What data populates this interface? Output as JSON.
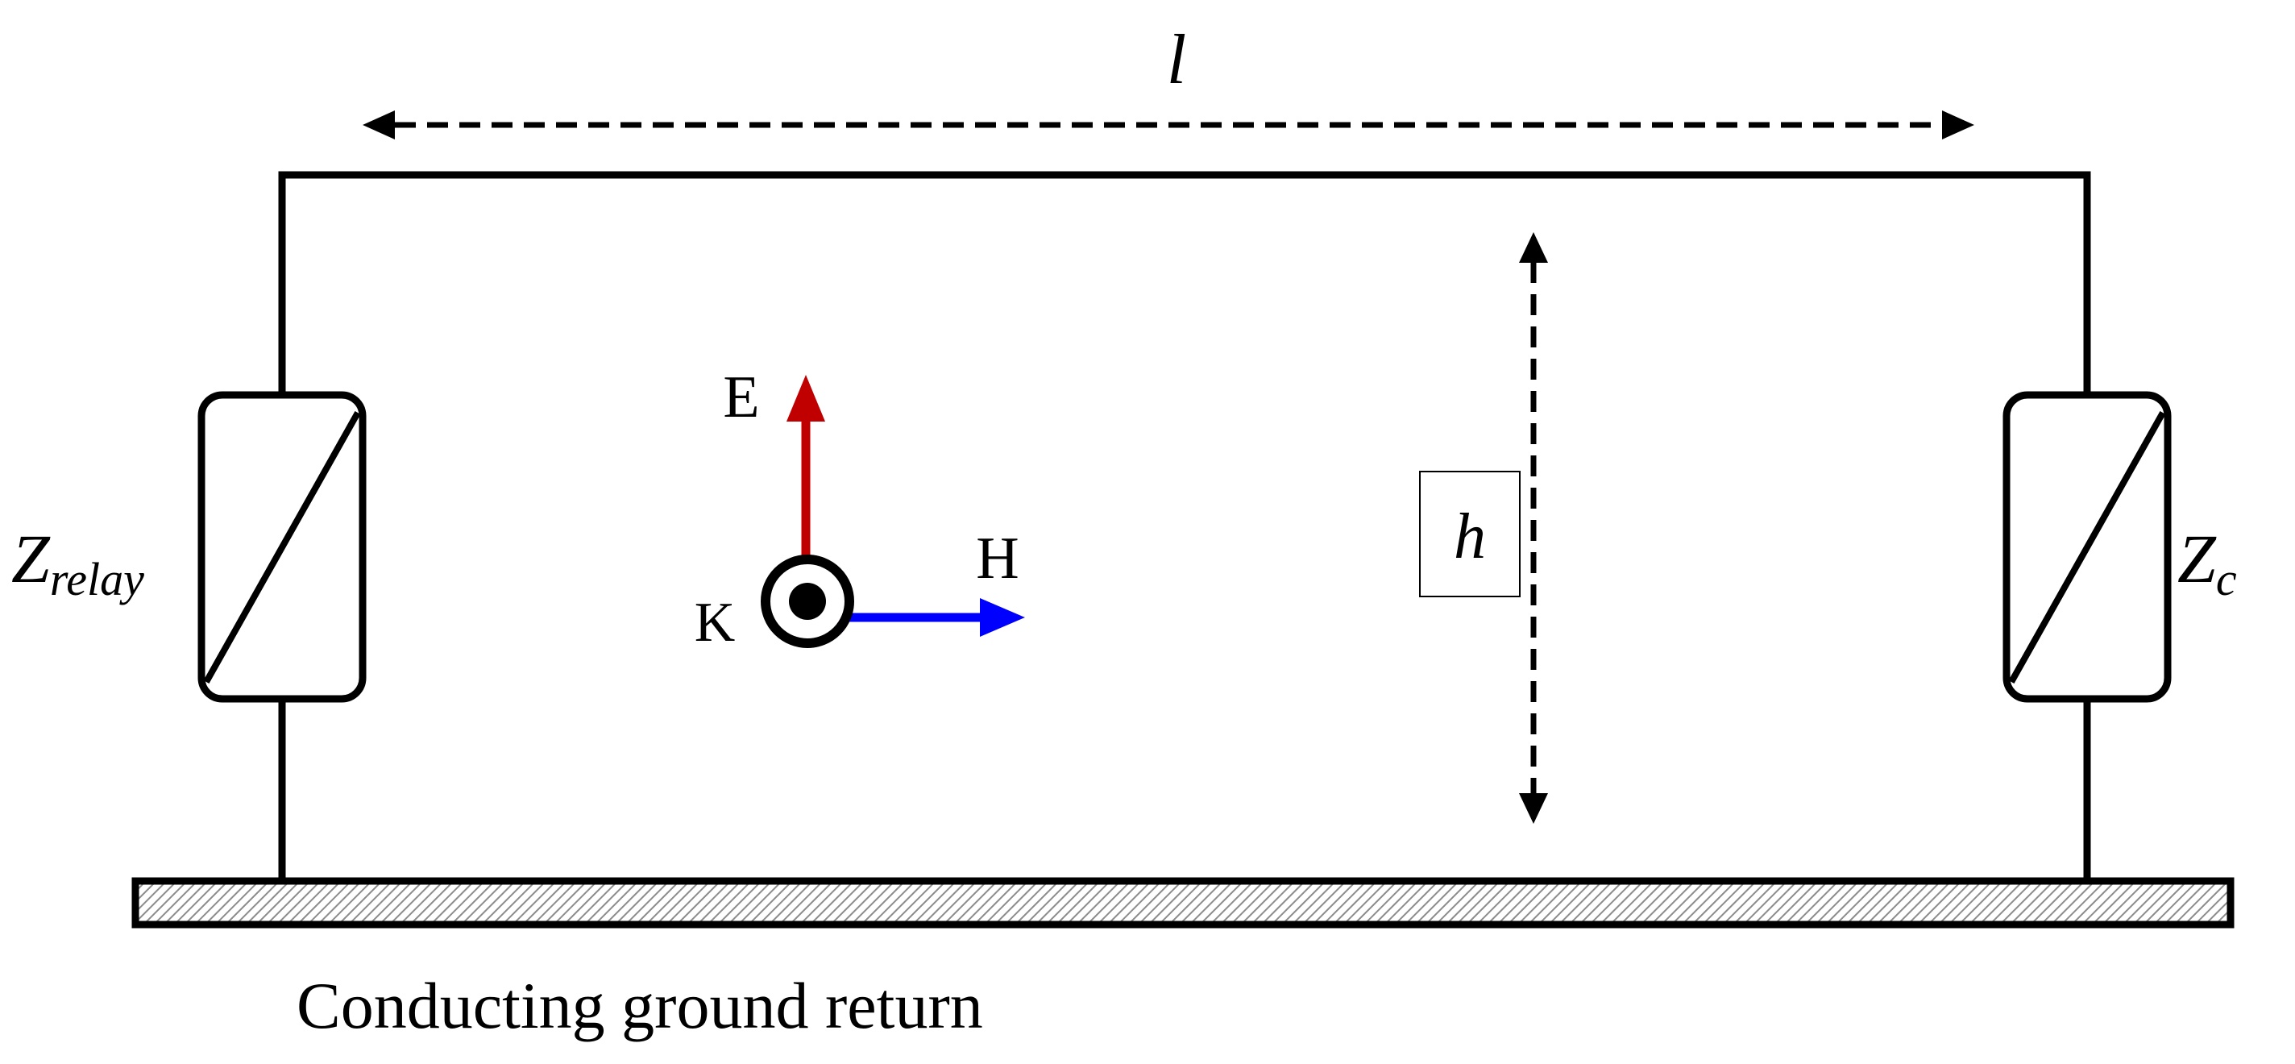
{
  "labels": {
    "length": "l",
    "height": "h",
    "e_field": "E",
    "h_field": "H",
    "k_vector": "K",
    "z_relay_main": "Z",
    "z_relay_sub": "relay",
    "z_c_main": "Z",
    "z_c_sub": "c",
    "ground": "Conducting ground return"
  },
  "colors": {
    "line": "#000000",
    "e_arrow": "#c00000",
    "h_arrow": "#0000ff",
    "hatch": "#8c8c8c",
    "background": "#ffffff"
  }
}
